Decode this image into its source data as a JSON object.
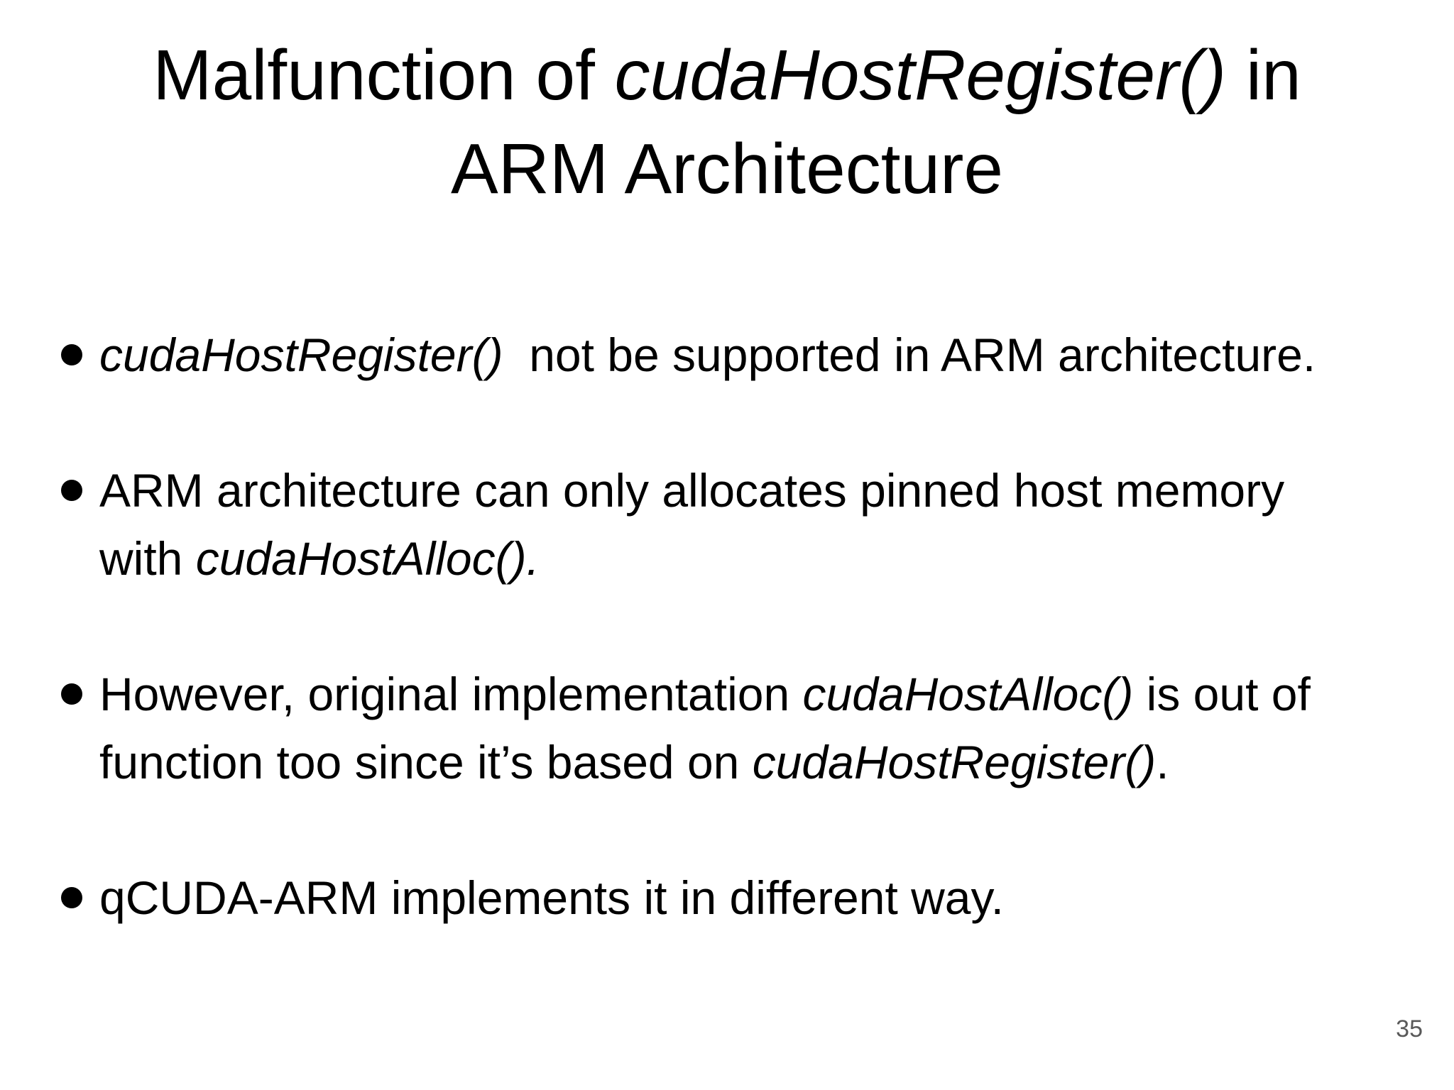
{
  "slide": {
    "title": {
      "segments": [
        {
          "text": "Malfunction of ",
          "italic": false
        },
        {
          "text": "cudaHostRegister()",
          "italic": true
        },
        {
          "text": " in\nARM Architecture",
          "italic": false
        }
      ]
    },
    "bullets": [
      {
        "segments": [
          {
            "text": "cudaHostRegister()",
            "italic": true
          },
          {
            "text": "  not be supported in ARM architecture.",
            "italic": false
          }
        ]
      },
      {
        "segments": [
          {
            "text": "ARM architecture can only allocates pinned host memory\nwith ",
            "italic": false
          },
          {
            "text": "cudaHostAlloc().",
            "italic": true
          }
        ]
      },
      {
        "segments": [
          {
            "text": "However, original implementation ",
            "italic": false
          },
          {
            "text": "cudaHostAlloc()",
            "italic": true
          },
          {
            "text": " is out of\nfunction too since it’s based on ",
            "italic": false
          },
          {
            "text": "cudaHostRegister()",
            "italic": true
          },
          {
            "text": ".",
            "italic": false
          }
        ]
      },
      {
        "segments": [
          {
            "text": "qCUDA-ARM implements it in different way.",
            "italic": false
          }
        ]
      }
    ],
    "page_number": "35"
  },
  "colors": {
    "background": "#ffffff",
    "text": "#000000",
    "bullet_marker": "#000000",
    "page_number": "#595959"
  }
}
